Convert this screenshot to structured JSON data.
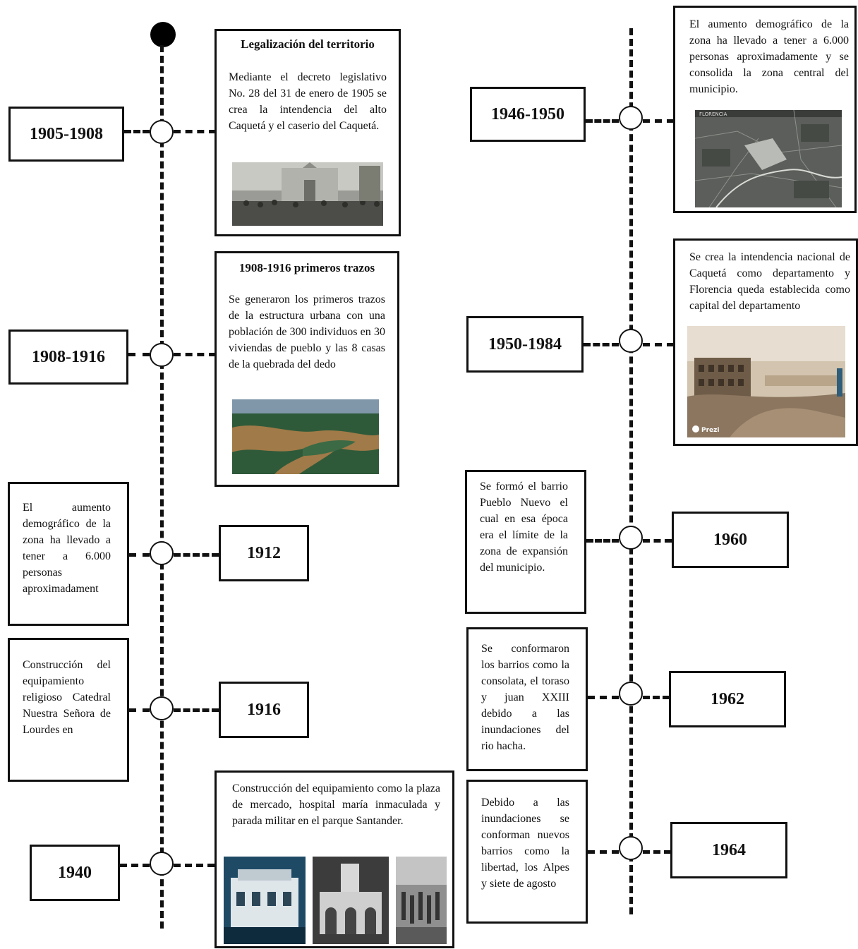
{
  "left_timeline": {
    "events": [
      {
        "year": "1905-1908",
        "title": "Legalización del territorio",
        "text": "Mediante el decreto legislativo No. 28 del 31 de enero de 1905 se crea la intendencia del alto Caquetá y el caserio del Caquetá."
      },
      {
        "year": "1908-1916",
        "title": "1908-1916 primeros trazos",
        "text": "Se generaron los primeros trazos de la estructura urbana con una población de 300 individuos en 30 viviendas de pueblo y las 8 casas de la quebrada del dedo"
      },
      {
        "year": "1912",
        "text": "El aumento demográfico de la zona ha llevado a tener a 6.000 personas aproximadament"
      },
      {
        "year": "1916",
        "text": "Construcción del equipamiento religioso Catedral Nuestra Señora de Lourdes en"
      },
      {
        "year": "1940",
        "text": "Construcción del equipamiento como la plaza de mercado, hospital maría inmaculada y parada militar en el parque Santander."
      }
    ]
  },
  "right_timeline": {
    "events": [
      {
        "year": "1946-1950",
        "text": "El aumento demográfico de la zona ha llevado a tener a 6.000 personas aproximadamente y se consolida la zona central del municipio."
      },
      {
        "year": "1950-1984",
        "text": "Se crea la intendencia nacional de Caquetá como departamento y Florencia queda establecida como capital del departamento"
      },
      {
        "year": "1960",
        "text": "Se formó el barrio Pueblo Nuevo el cual en esa época era el límite de la zona de expansión del municipio."
      },
      {
        "year": "1962",
        "text": "Se conformaron los barrios como la consolata, el toraso y juan XXIII debido a las inundaciones del rio hacha."
      },
      {
        "year": "1964",
        "text": "Debido a las inundaciones se conforman nuevos barrios como la libertad, los Alpes y siete de agosto"
      }
    ]
  },
  "photo_captions": {
    "prezi_watermark": "Prezi",
    "aerial_header": "FLORENCIA"
  },
  "colors": {
    "line": "#111111",
    "photo_sepia": "#b8a58a",
    "river": "#a07a48",
    "forest": "#2f5a3a"
  }
}
